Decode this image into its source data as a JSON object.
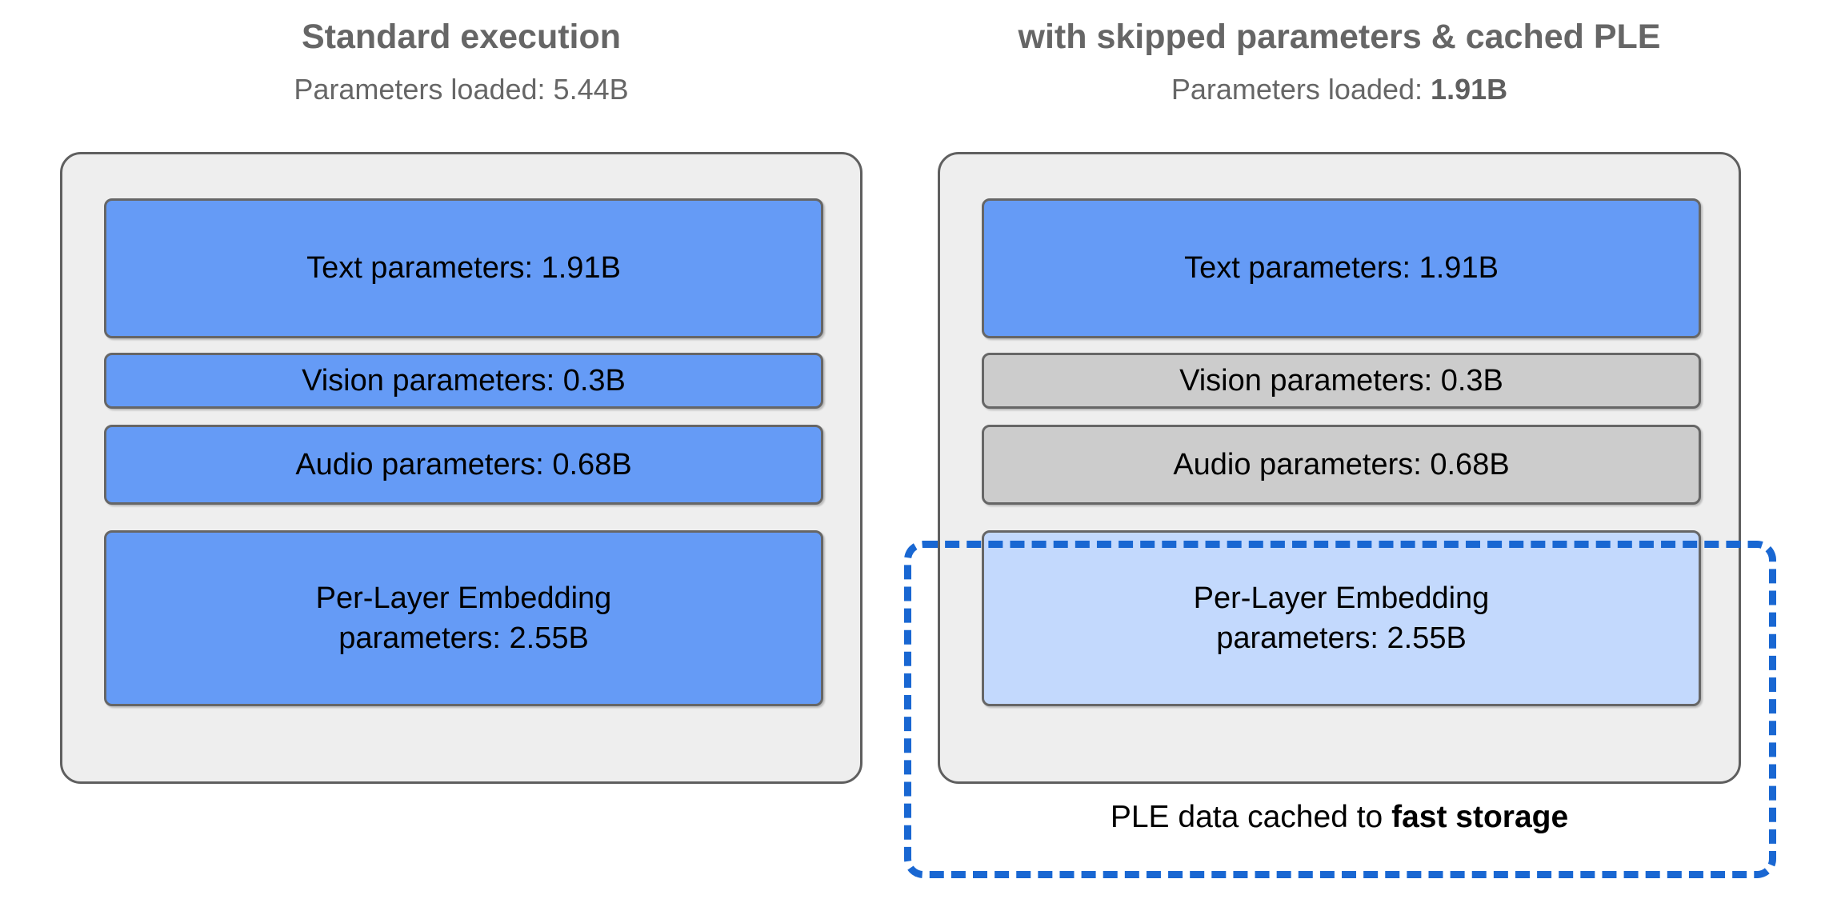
{
  "columns": [
    {
      "id": "standard",
      "title": "Standard execution",
      "subtitle_prefix": "Parameters loaded: ",
      "subtitle_value": "5.44B",
      "subtitle_bold": false,
      "blocks": [
        {
          "name": "text-parameters",
          "label": "Text parameters: 1.91B",
          "line1": "Text parameters: 1.91B",
          "line2": "",
          "state": "loaded",
          "color": "#659bf6"
        },
        {
          "name": "vision-parameters",
          "label": "Vision parameters: 0.3B",
          "line1": "Vision parameters: 0.3B",
          "line2": "",
          "state": "loaded",
          "color": "#659bf6"
        },
        {
          "name": "audio-parameters",
          "label": "Audio parameters: 0.68B",
          "line1": "Audio parameters: 0.68B",
          "line2": "",
          "state": "loaded",
          "color": "#659bf6"
        },
        {
          "name": "ple-parameters",
          "label": "Per-Layer Embedding parameters: 2.55B",
          "line1": "Per-Layer Embedding",
          "line2": "parameters: 2.55B",
          "state": "loaded",
          "color": "#659bf6"
        }
      ]
    },
    {
      "id": "skipped-cached",
      "title": "with skipped parameters & cached PLE",
      "subtitle_prefix": "Parameters loaded: ",
      "subtitle_value": "1.91B",
      "subtitle_bold": true,
      "blocks": [
        {
          "name": "text-parameters",
          "label": "Text parameters: 1.91B",
          "line1": "Text parameters: 1.91B",
          "line2": "",
          "state": "loaded",
          "color": "#659bf6"
        },
        {
          "name": "vision-parameters",
          "label": "Vision parameters: 0.3B",
          "line1": "Vision parameters: 0.3B",
          "line2": "",
          "state": "skipped",
          "color": "#cccccc"
        },
        {
          "name": "audio-parameters",
          "label": "Audio parameters: 0.68B",
          "line1": "Audio parameters: 0.68B",
          "line2": "",
          "state": "skipped",
          "color": "#cccccc"
        },
        {
          "name": "ple-parameters",
          "label": "Per-Layer Embedding parameters: 2.55B",
          "line1": "Per-Layer Embedding",
          "line2": "parameters: 2.55B",
          "state": "cached",
          "color": "#c3d9fd"
        }
      ]
    }
  ],
  "cache_region": {
    "caption_prefix": "PLE data cached to ",
    "caption_emphasis": "fast storage",
    "border_color": "#1967d2",
    "border_style": "dashed"
  },
  "colors": {
    "loaded_blue": "#659bf6",
    "skipped_gray": "#cccccc",
    "cached_light_blue": "#c3d9fd",
    "panel_background": "#eeeeee",
    "panel_border": "#5f5f5f",
    "heading_text": "#666666",
    "dashed_accent": "#1967d2",
    "page_background": "#ffffff"
  }
}
